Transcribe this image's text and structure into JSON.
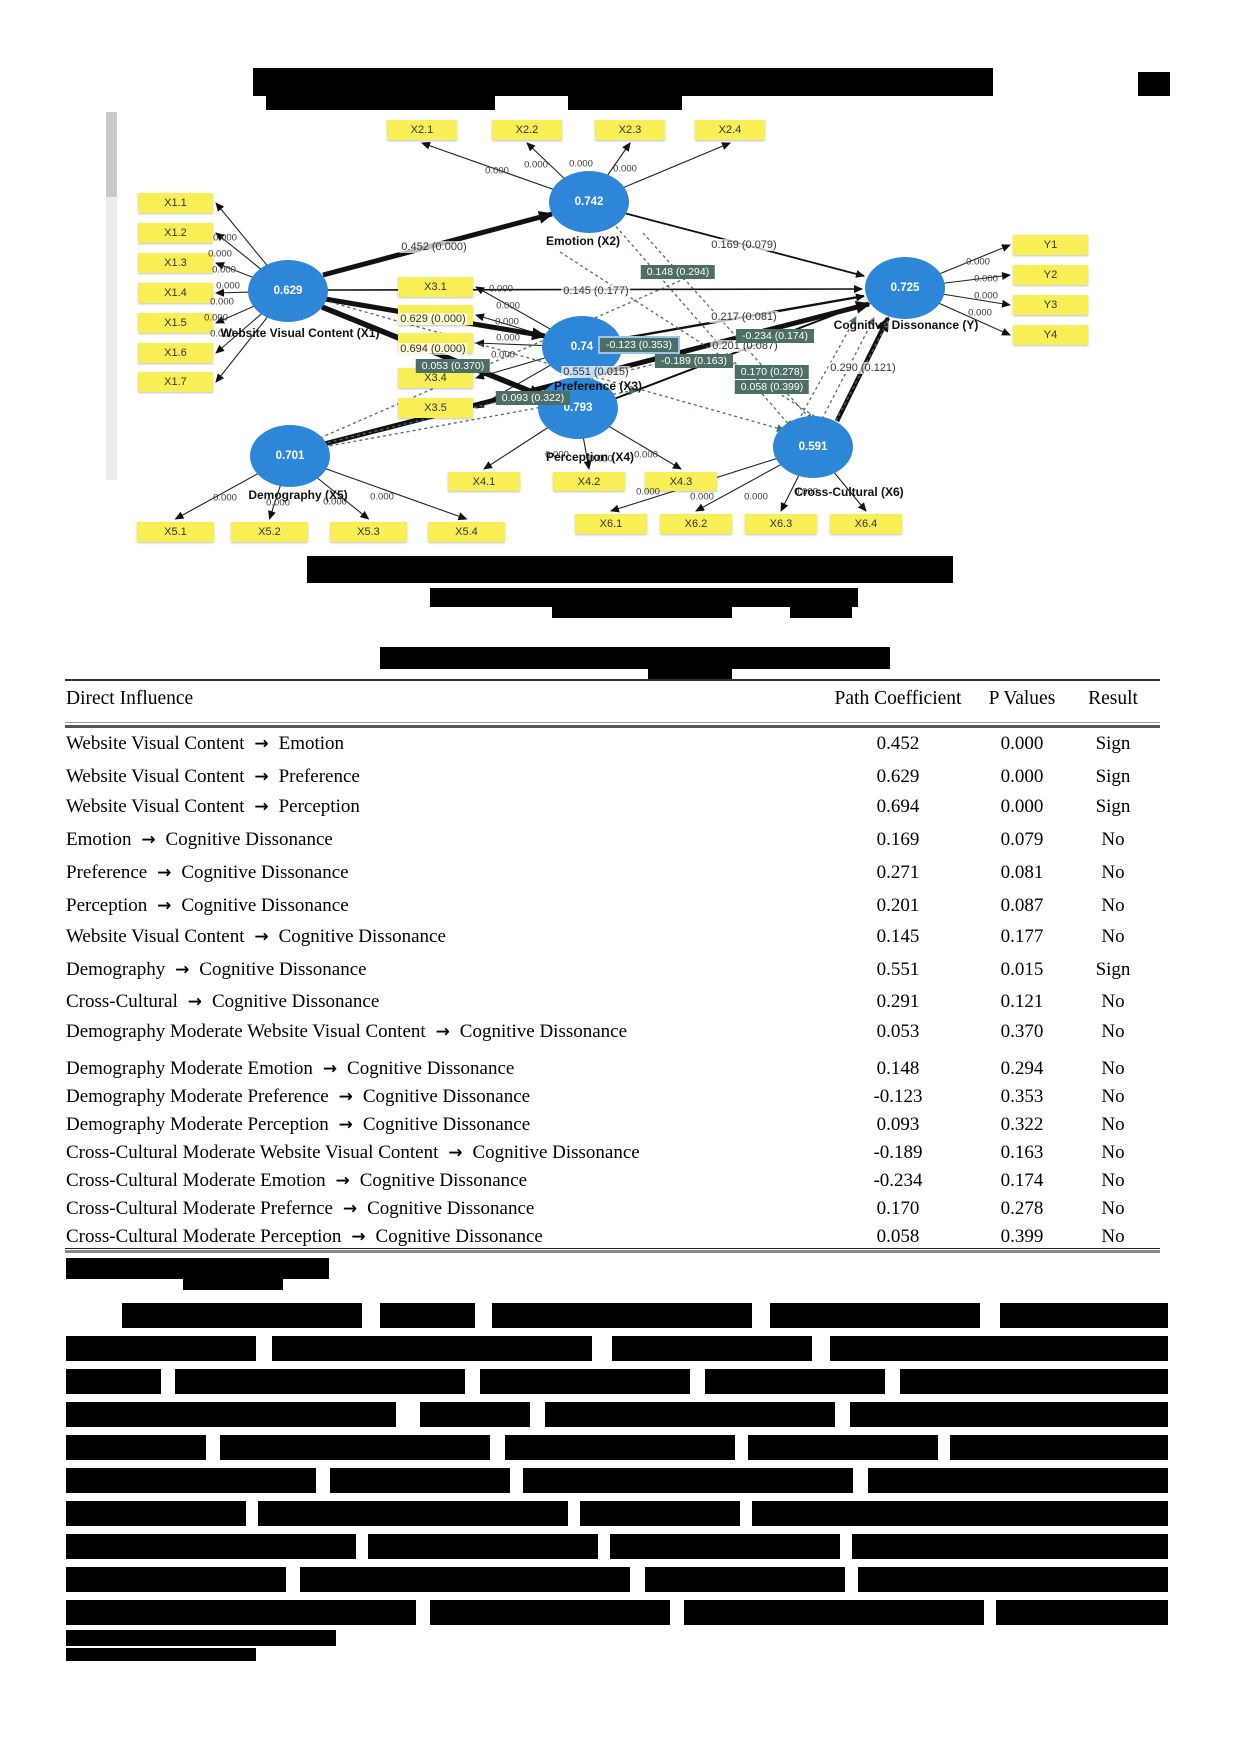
{
  "figure": {
    "latents": [
      {
        "id": "wvc",
        "label": "Website Visual Content (X1)",
        "value": "0.629"
      },
      {
        "id": "emotion",
        "label": "Emotion (X2)",
        "value": "0.742"
      },
      {
        "id": "preference",
        "label": "Preference (X3)",
        "value": "0.74"
      },
      {
        "id": "perception",
        "label": "Perception (X4)",
        "value": "0.793"
      },
      {
        "id": "demography",
        "label": "Demography (X5)",
        "value": "0.701"
      },
      {
        "id": "crosscultural",
        "label": "Cross-Cultural (X6)",
        "value": "0.591"
      },
      {
        "id": "cogdis",
        "label": "Cognitive Dissonance (Y)",
        "value": "0.725"
      }
    ],
    "indicators": {
      "x1": [
        "X1.1",
        "X1.2",
        "X1.3",
        "X1.4",
        "X1.5",
        "X1.6",
        "X1.7"
      ],
      "x2": [
        "X2.1",
        "X2.2",
        "X2.3",
        "X2.4"
      ],
      "x3": [
        "X3.1",
        "",
        "",
        "X3.4",
        "X3.5"
      ],
      "x4": [
        "X4.1",
        "X4.2",
        "X4.3"
      ],
      "x5": [
        "X5.1",
        "X5.2",
        "X5.3",
        "X5.4"
      ],
      "x6": [
        "X6.1",
        "X6.2",
        "X6.3",
        "X6.4"
      ],
      "y": [
        "Y1",
        "Y2",
        "Y3",
        "Y4"
      ]
    },
    "loading_label": "0.000",
    "path_labels": [
      {
        "id": "p_wvc_emotion",
        "text": "0.452 (0.000)",
        "boxed": false
      },
      {
        "id": "p_wvc_preference",
        "text": "0.629 (0.000)",
        "boxed": false
      },
      {
        "id": "p_wvc_perception",
        "text": "0.694 (0.000)",
        "boxed": false
      },
      {
        "id": "p_wvc_cogdis",
        "text": "0.145 (0.177)",
        "boxed": false
      },
      {
        "id": "p_emotion_cogdis",
        "text": "0.169 (0.079)",
        "boxed": false
      },
      {
        "id": "p_preference_cogdis",
        "text": "0.217 (0.081)",
        "boxed": false
      },
      {
        "id": "p_perception_cogdis",
        "text": "0.201 (0.087)",
        "boxed": false
      },
      {
        "id": "p_demography_cogdis",
        "text": "0.551 (0.015)",
        "boxed": false
      },
      {
        "id": "p_crosscultural_cogdis",
        "text": "0.290 (0.121)",
        "boxed": false
      },
      {
        "id": "m_demo_emotion",
        "text": "0.148 (0.294)",
        "boxed": true
      },
      {
        "id": "m_demo_preference",
        "text": "-0.123 (0.353)",
        "boxed": true,
        "highlight": true
      },
      {
        "id": "m_demo_wvc",
        "text": "0.053 (0.370)",
        "boxed": true
      },
      {
        "id": "m_demo_perception",
        "text": "0.093 (0.322)",
        "boxed": true
      },
      {
        "id": "m_cc_emotion",
        "text": "-0.234 (0.174)",
        "boxed": true
      },
      {
        "id": "m_cc_wvc",
        "text": "-0.189 (0.163)",
        "boxed": true
      },
      {
        "id": "m_cc_preference",
        "text": "0.170 (0.278)",
        "boxed": true
      },
      {
        "id": "m_cc_perception",
        "text": "0.058 (0.399)",
        "boxed": true
      }
    ]
  },
  "table": {
    "headers": [
      "Direct Influence",
      "Path Coefficient",
      "P Values",
      "Result"
    ],
    "arrow": "→",
    "rows": [
      {
        "path": "Website Visual Content",
        "target": "Emotion",
        "coefficient": "0.452",
        "p": "0.000",
        "result": "Sign"
      },
      {
        "path": "Website Visual Content",
        "target": "Preference",
        "coefficient": "0.629",
        "p": "0.000",
        "result": "Sign"
      },
      {
        "path": "Website Visual Content",
        "target": "Perception",
        "coefficient": "0.694",
        "p": "0.000",
        "result": "Sign"
      },
      {
        "path": "Emotion",
        "target": "Cognitive Dissonance",
        "coefficient": "0.169",
        "p": "0.079",
        "result": "No"
      },
      {
        "path": "Preference",
        "target": "Cognitive Dissonance",
        "coefficient": "0.271",
        "p": "0.081",
        "result": "No"
      },
      {
        "path": "Perception",
        "target": "Cognitive Dissonance",
        "coefficient": "0.201",
        "p": "0.087",
        "result": "No"
      },
      {
        "path": "Website Visual Content",
        "target": "Cognitive Dissonance",
        "coefficient": "0.145",
        "p": "0.177",
        "result": "No"
      },
      {
        "path": "Demography",
        "target": "Cognitive Dissonance",
        "coefficient": "0.551",
        "p": "0.015",
        "result": "Sign"
      },
      {
        "path": "Cross-Cultural",
        "target": "Cognitive Dissonance",
        "coefficient": "0.291",
        "p": "0.121",
        "result": "No"
      },
      {
        "path": "Demography Moderate Website Visual Content",
        "target": "Cognitive Dissonance",
        "coefficient": "0.053",
        "p": "0.370",
        "result": "No"
      },
      {
        "path": "Demography Moderate Emotion",
        "target": "Cognitive Dissonance",
        "coefficient": "0.148",
        "p": "0.294",
        "result": "No"
      },
      {
        "path": "Demography Moderate Preference",
        "target": "Cognitive Dissonance",
        "coefficient": "-0.123",
        "p": "0.353",
        "result": "No"
      },
      {
        "path": "Demography Moderate Perception",
        "target": "Cognitive Dissonance",
        "coefficient": "0.093",
        "p": "0.322",
        "result": "No"
      },
      {
        "path": "Cross-Cultural Moderate Website Visual Content",
        "target": "Cognitive Dissonance",
        "coefficient": "-0.189",
        "p": "0.163",
        "result": "No"
      },
      {
        "path": "Cross-Cultural Moderate Emotion",
        "target": "Cognitive Dissonance",
        "coefficient": "-0.234",
        "p": "0.174",
        "result": "No"
      },
      {
        "path": "Cross-Cultural Moderate Prefernce",
        "target": "Cognitive Dissonance",
        "coefficient": "0.170",
        "p": "0.278",
        "result": "No"
      },
      {
        "path": "Cross-Cultural Moderate Perception",
        "target": "Cognitive Dissonance",
        "coefficient": "0.058",
        "p": "0.399",
        "result": "No"
      }
    ]
  },
  "colors": {
    "latent": "#2e86d9",
    "indicator": "#f8ef57",
    "moderation_box": "#4b6f66",
    "highlight_border": "#9cc3ea"
  }
}
